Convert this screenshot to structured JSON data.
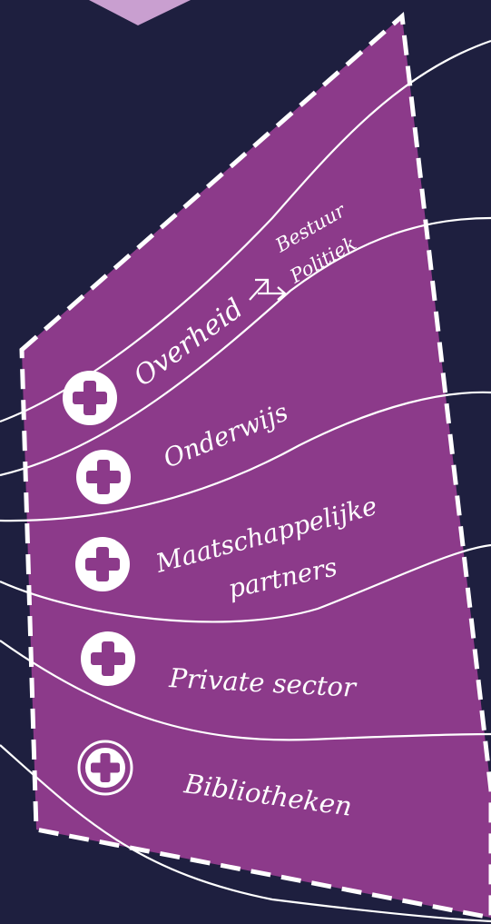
{
  "colors": {
    "background": "#1e1f3f",
    "panel": "#8c3a8a",
    "accent_top": "#c99fd0",
    "line": "#ffffff"
  },
  "items": [
    {
      "label": "Overheid",
      "sub_items": [
        "Bestuur",
        "Politiek"
      ],
      "icon": "plus-circle-icon"
    },
    {
      "label": "Onderwijs",
      "icon": "plus-circle-icon"
    },
    {
      "label_lines": [
        "Maatschappelijke",
        "partners"
      ],
      "icon": "plus-circle-icon"
    },
    {
      "label": "Private sector",
      "icon": "plus-circle-icon"
    },
    {
      "label": "Bibliotheken",
      "icon": "plus-circle-outline-icon"
    }
  ]
}
